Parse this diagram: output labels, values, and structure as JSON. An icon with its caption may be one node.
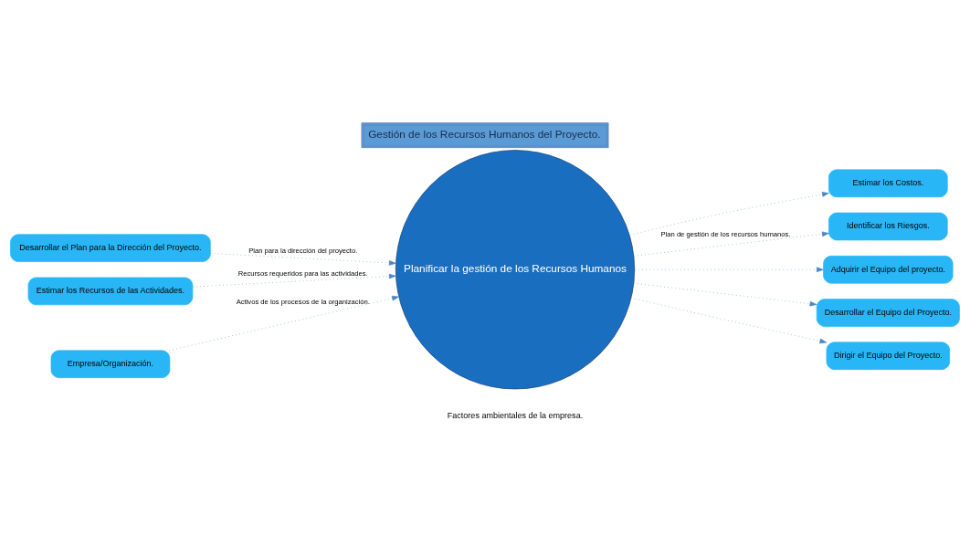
{
  "diagram": {
    "title": "Gestión de los Recursos Humanos del Proyecto.",
    "nodes": [
      {
        "text": [
          "Desarrollar el Plan para la Dirección del Proyecto."
        ]
      },
      {
        "text": [
          "Estimar los Recursos de las Actividades."
        ]
      },
      {
        "text": [
          "Empresa/Organización."
        ]
      },
      {
        "text": [
          "Planificar la gestión de los Recursos Humanos"
        ]
      },
      {
        "text": [
          "Estimar los Costos."
        ]
      },
      {
        "text": [
          "Identificar los Riesgos."
        ]
      },
      {
        "text": [
          "Adquirir el Equipo del proyecto."
        ]
      },
      {
        "text": [
          "Desarrollar el Equipo del Proyecto."
        ]
      },
      {
        "text": [
          "Dirigir el Equipo del Proyecto."
        ]
      }
    ],
    "edges": [
      {
        "from": 0,
        "to": 3,
        "arrow": "to",
        "label": "Plan para la dirección del proyecto."
      },
      {
        "from": 1,
        "to": 3,
        "arrow": "to",
        "label": "Recursos requeridos para las actividades."
      },
      {
        "from": 2,
        "to": 3,
        "arrow": "to",
        "label": "Activos de los procesos de la organización."
      },
      {
        "from": 3,
        "to": 4,
        "arrow": "to"
      },
      {
        "from": 3,
        "to": 5,
        "arrow": "to",
        "label": "Plan de gestión de los recursos humanos."
      },
      {
        "from": 3,
        "to": 6,
        "arrow": "to"
      },
      {
        "from": 3,
        "to": 7,
        "arrow": "to"
      },
      {
        "from": 3,
        "to": 8,
        "arrow": "to"
      }
    ],
    "labels": [
      "Factores ambientales de la empresa."
    ]
  }
}
